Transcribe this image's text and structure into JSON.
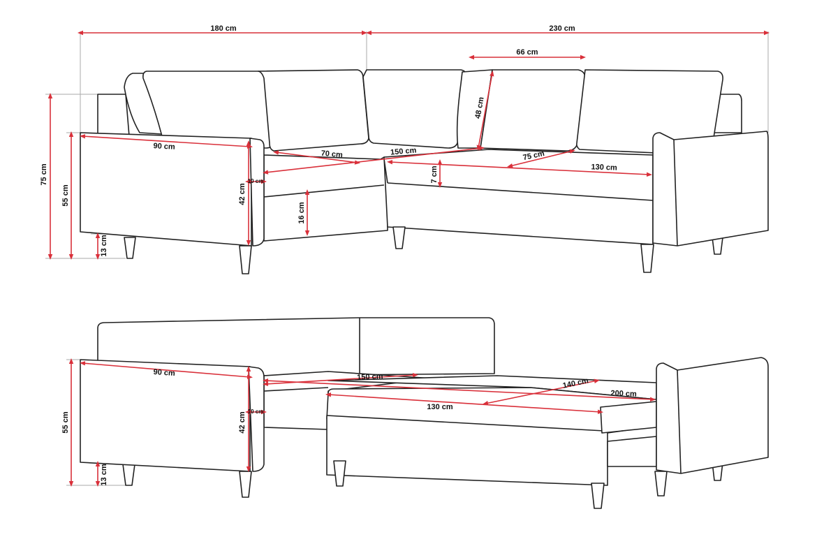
{
  "title": "Corner sofa dimensions",
  "colors": {
    "dimension": "#d9303a",
    "outline": "#222222"
  },
  "top_view": {
    "total_left_width": "180 cm",
    "total_right_width": "230 cm",
    "cushion_width": "66 cm",
    "cushion_height": "48 cm",
    "total_height": "75 cm",
    "arm_height": "55 cm",
    "leg_height": "13 cm",
    "arm_length": "90 cm",
    "arm_width": "10 cm",
    "arm_side_height": "42 cm",
    "seat_depth_left": "70 cm",
    "seat_length_left": "150 cm",
    "seat_depth_right": "75 cm",
    "seat_length_right": "130 cm",
    "seat_cushion_thickness": "7 cm",
    "seat_base_height": "16 cm"
  },
  "bed_view": {
    "arm_height": "55 cm",
    "leg_height": "13 cm",
    "arm_length": "90 cm",
    "arm_width": "10 cm",
    "arm_side_height": "42 cm",
    "seat_length_left": "150 cm",
    "bed_width": "140 cm",
    "bed_length": "200 cm",
    "chaise_length": "130 cm"
  }
}
